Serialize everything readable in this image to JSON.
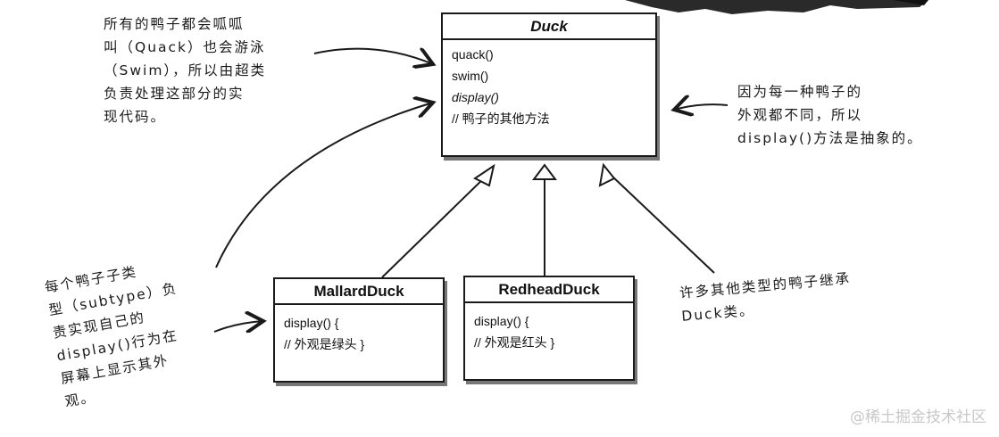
{
  "diagram": {
    "superclass": {
      "name": "Duck",
      "members": [
        {
          "text": "quack()",
          "italic": false
        },
        {
          "text": "swim()",
          "italic": false
        },
        {
          "text": "display()",
          "italic": true
        },
        {
          "text": "// 鸭子的其他方法",
          "italic": false
        }
      ]
    },
    "subclasses": [
      {
        "name": "MallardDuck",
        "members": [
          {
            "text": "display() {"
          },
          {
            "text": "// 外观是绿头 }"
          }
        ]
      },
      {
        "name": "RedheadDuck",
        "members": [
          {
            "text": "display() {"
          },
          {
            "text": "// 外观是红头 }"
          }
        ]
      }
    ],
    "notes": {
      "top_left": [
        "所有的鸭子都会呱呱",
        "叫（Quack）也会游泳",
        "（Swim），所以由超类",
        "负责处理这部分的实",
        "现代码。"
      ],
      "top_right": [
        "因为每一种鸭子的",
        "外观都不同，所以",
        "display()方法是抽象的。"
      ],
      "bottom_left": [
        "每个鸭子子类",
        "型（subtype）负",
        "责实现自己的",
        "display()行为在",
        "屏幕上显示其外",
        "观。"
      ],
      "bottom_right": [
        "许多其他类型的鸭子继承",
        "Duck类。"
      ]
    }
  },
  "watermark": "@稀土掘金技术社区"
}
